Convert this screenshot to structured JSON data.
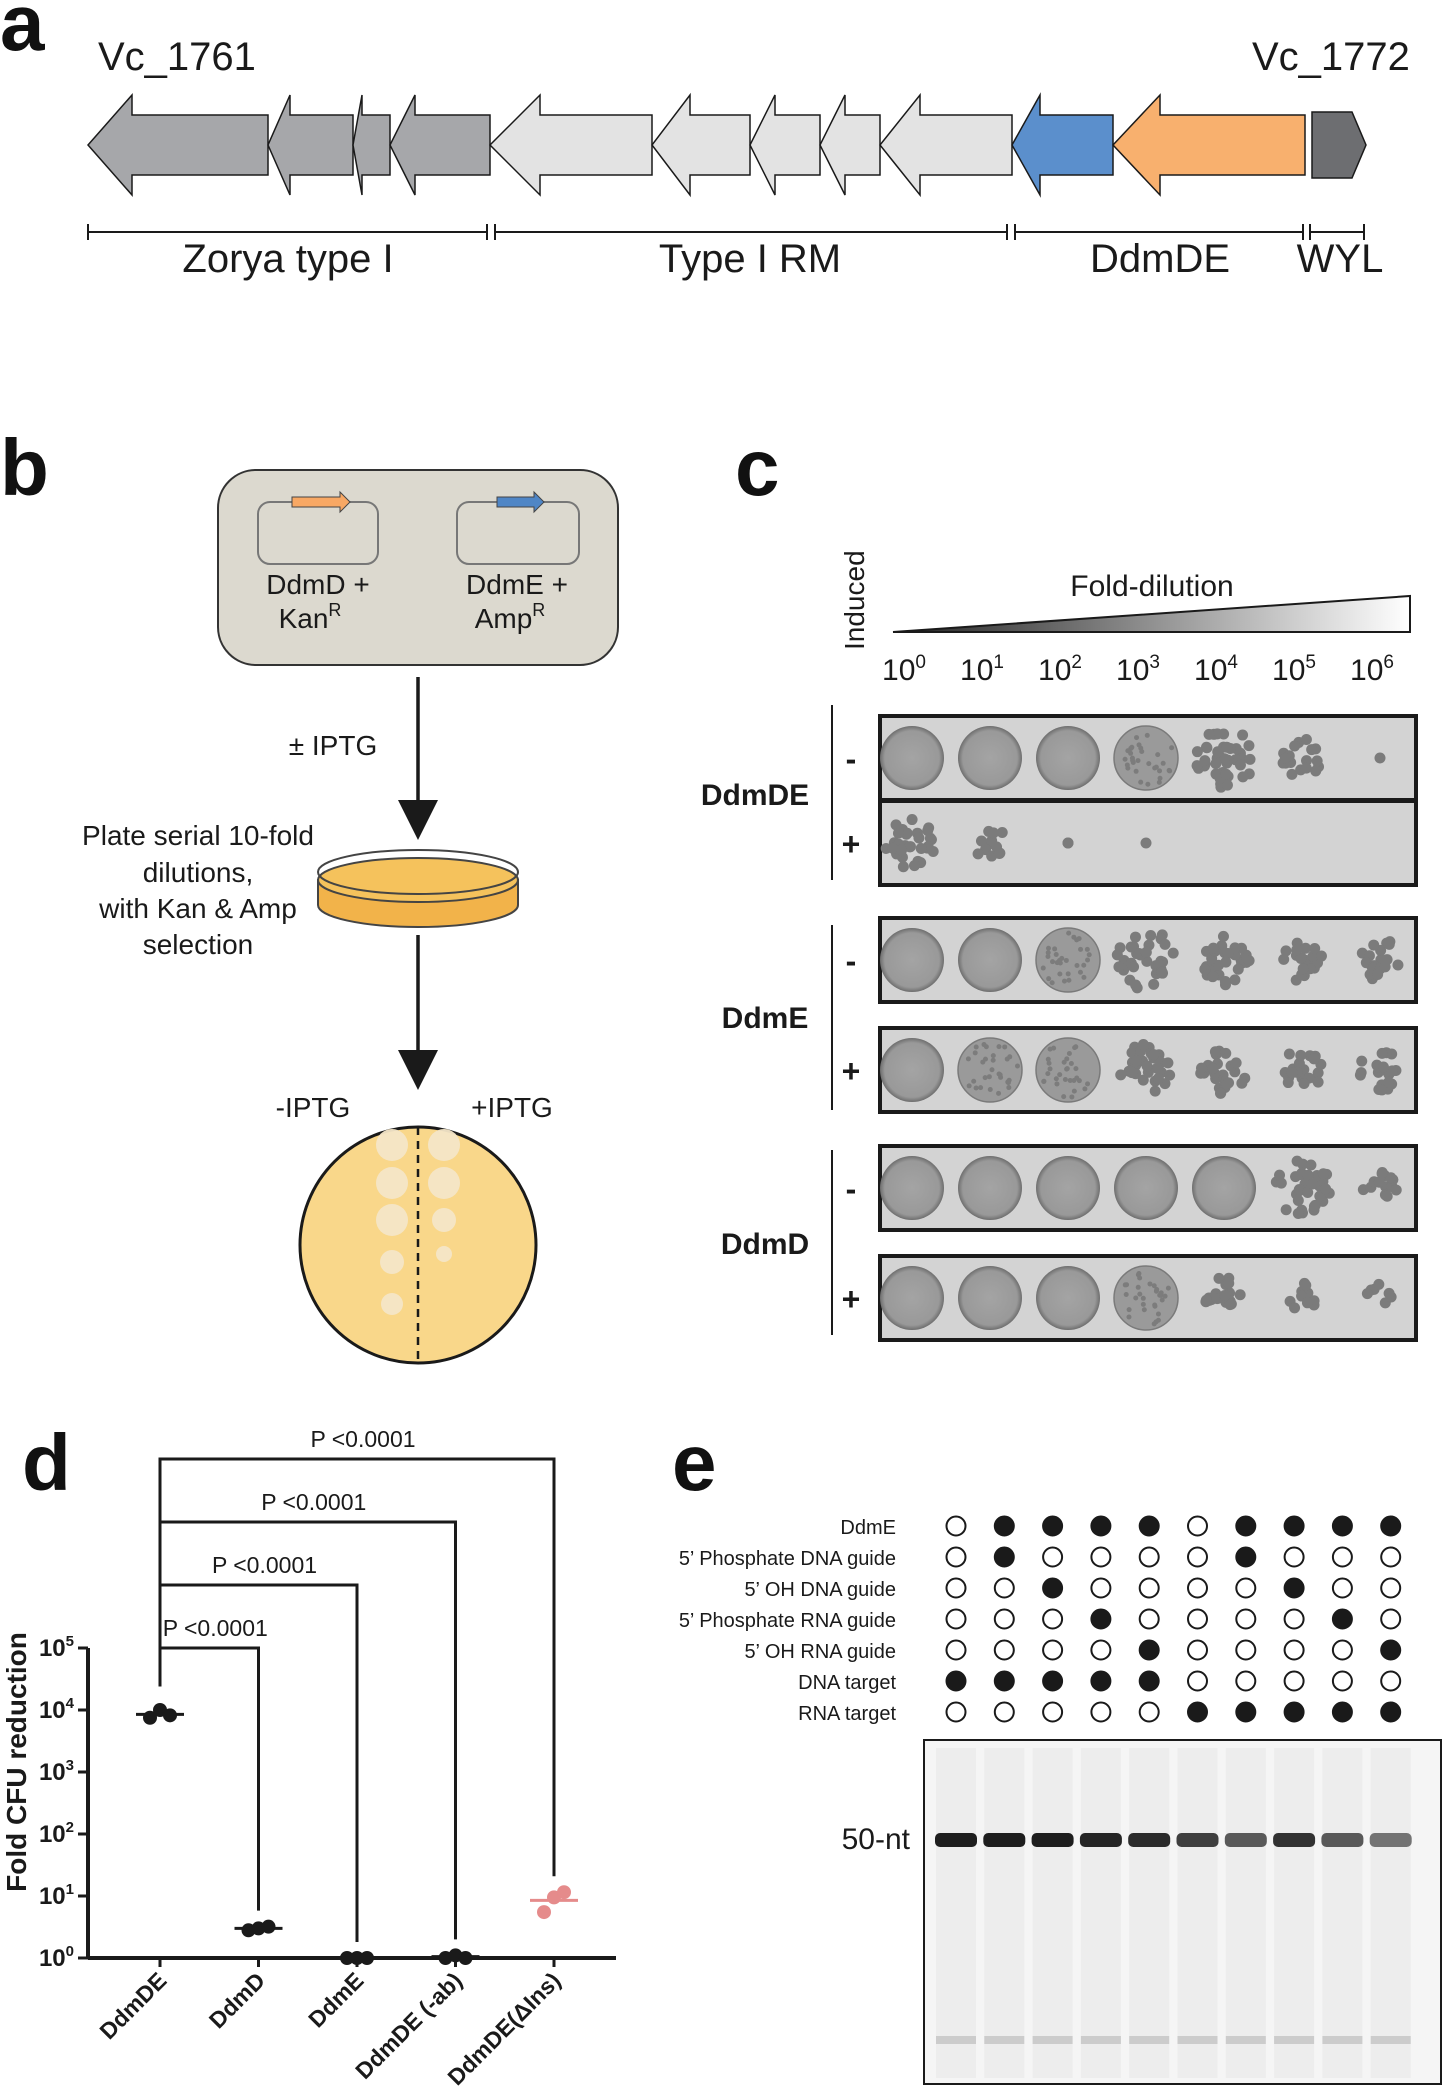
{
  "panels": {
    "a": {
      "label": "a",
      "left_gene": "Vc_1761",
      "right_gene": "Vc_1772",
      "groups": [
        "Zorya type I",
        "Type I RM",
        "DdmDE",
        "WYL"
      ],
      "colors": {
        "zorya": "#a6a7aa",
        "rm": "#e3e3e3",
        "ddmD": "#f8b06e",
        "ddmE": "#5b8fcc",
        "wyl": "#6d6e71"
      }
    },
    "b": {
      "label": "b",
      "plasmid1_line1": "DdmD +",
      "plasmid1_line2": "Kan",
      "plasmid1_sup": "R",
      "plasmid2_line1": "DdmE +",
      "plasmid2_line2": "Amp",
      "plasmid2_sup": "R",
      "iptg": "± IPTG",
      "plate_lines": [
        "Plate serial 10-fold",
        "dilutions,",
        "with Kan & Amp",
        "selection"
      ],
      "minus_iptg": "-IPTG",
      "plus_iptg": "+IPTG"
    },
    "c": {
      "label": "c",
      "induced": "Induced",
      "fold_dilution": "Fold-dilution",
      "exponents": [
        "0",
        "1",
        "2",
        "3",
        "4",
        "5",
        "6"
      ],
      "base": "10",
      "strains": [
        "DdmDE",
        "DdmE",
        "DdmD"
      ],
      "minus": "-",
      "plus": "+"
    },
    "d": {
      "label": "d",
      "ylabel": "Fold CFU reduction",
      "p_values": [
        "P <0.0001",
        "P <0.0001",
        "P <0.0001",
        "P <0.0001"
      ],
      "p_italic": "P",
      "p_text": " <0.0001"
    },
    "e": {
      "label": "e",
      "row_labels": [
        "DdmE",
        "5’ Phosphate DNA guide",
        "5’ OH DNA guide",
        "5’ Phosphate RNA guide",
        "5’ OH RNA guide",
        "DNA target",
        "RNA target"
      ],
      "matrix": [
        [
          0,
          1,
          1,
          1,
          1,
          0,
          1,
          1,
          1,
          1
        ],
        [
          0,
          1,
          0,
          0,
          0,
          0,
          1,
          0,
          0,
          0
        ],
        [
          0,
          0,
          1,
          0,
          0,
          0,
          0,
          1,
          0,
          0
        ],
        [
          0,
          0,
          0,
          1,
          0,
          0,
          0,
          0,
          1,
          0
        ],
        [
          0,
          0,
          0,
          0,
          1,
          0,
          0,
          0,
          0,
          1
        ],
        [
          1,
          1,
          1,
          1,
          1,
          0,
          0,
          0,
          0,
          0
        ],
        [
          0,
          0,
          0,
          0,
          0,
          1,
          1,
          1,
          1,
          1
        ]
      ],
      "marker": "50-nt",
      "band_intensity": [
        1.0,
        1.0,
        1.0,
        0.95,
        0.9,
        0.75,
        0.55,
        0.85,
        0.55,
        0.35
      ]
    }
  },
  "chart_data": {
    "type": "scatter",
    "categories": [
      "DdmDE",
      "DdmD",
      "DdmE",
      "DdmDE (-ab)",
      "DdmDE(ΔIns)"
    ],
    "yscale": "log",
    "ylim": [
      1,
      100000
    ],
    "yticks": [
      {
        "base": "10",
        "exp": "0",
        "v": 1
      },
      {
        "base": "10",
        "exp": "1",
        "v": 10
      },
      {
        "base": "10",
        "exp": "2",
        "v": 100
      },
      {
        "base": "10",
        "exp": "3",
        "v": 1000
      },
      {
        "base": "10",
        "exp": "4",
        "v": 10000
      },
      {
        "base": "10",
        "exp": "5",
        "v": 100000
      }
    ],
    "ylabel": "Fold CFU reduction",
    "series": [
      {
        "category": "DdmDE",
        "points": [
          7500,
          10000,
          8200
        ],
        "mean": 8500,
        "color": "#1a1a1a"
      },
      {
        "category": "DdmD",
        "points": [
          2.8,
          3.0,
          3.2
        ],
        "mean": 3.0,
        "color": "#1a1a1a"
      },
      {
        "category": "DdmE",
        "points": [
          1.0,
          1.0,
          1.0
        ],
        "mean": 1.0,
        "color": "#1a1a1a"
      },
      {
        "category": "DdmDE (-ab)",
        "points": [
          1.0,
          1.1,
          1.0
        ],
        "mean": 1.05,
        "color": "#1a1a1a"
      },
      {
        "category": "DdmDE(ΔIns)",
        "points": [
          5.5,
          9.5,
          11.5
        ],
        "mean": 8.5,
        "color": "#e58b8b"
      }
    ],
    "comparisons": [
      {
        "from": "DdmDE",
        "to": "DdmD",
        "label": "P <0.0001"
      },
      {
        "from": "DdmDE",
        "to": "DdmE",
        "label": "P <0.0001"
      },
      {
        "from": "DdmDE",
        "to": "DdmDE (-ab)",
        "label": "P <0.0001"
      },
      {
        "from": "DdmDE",
        "to": "DdmDE(ΔIns)",
        "label": "P <0.0001"
      }
    ]
  }
}
